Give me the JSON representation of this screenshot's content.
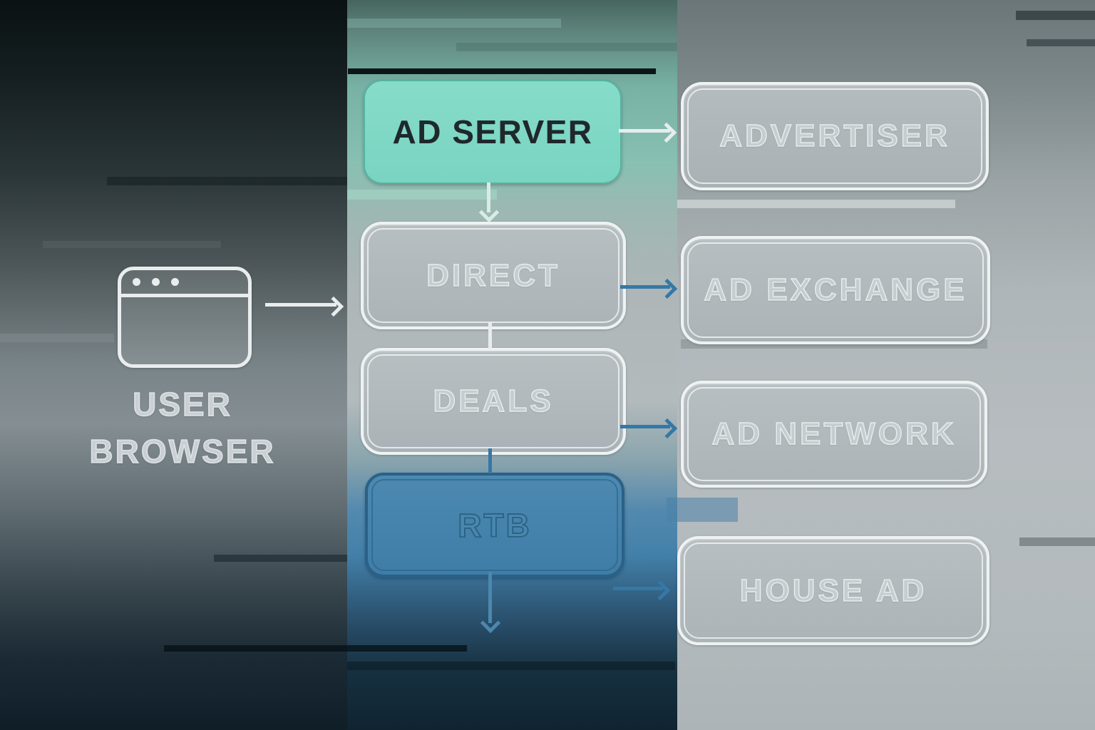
{
  "diagram": {
    "nodes": {
      "user_browser": {
        "label_line1": "USER",
        "label_line2": "BROWSER",
        "icon": "browser-window-icon"
      },
      "ad_server": {
        "label": "AD SERVER"
      },
      "advertiser": {
        "label": "ADVERTISER"
      },
      "direct": {
        "label": "DIRECT"
      },
      "ad_exchange": {
        "label": "AD EXCHANGE"
      },
      "deals": {
        "label": "DEALS"
      },
      "ad_network": {
        "label": "AD NETWORK"
      },
      "rtb": {
        "label": "RTB"
      },
      "house_ad": {
        "label": "HOUSE AD"
      }
    },
    "edges": [
      {
        "from": "user_browser",
        "to": "direct",
        "style": "white"
      },
      {
        "from": "ad_server",
        "to": "advertiser",
        "style": "white"
      },
      {
        "from": "ad_server",
        "to": "direct",
        "style": "white"
      },
      {
        "from": "direct",
        "to": "deals",
        "style": "white"
      },
      {
        "from": "direct",
        "to": "ad_exchange",
        "style": "blue"
      },
      {
        "from": "deals",
        "to": "rtb",
        "style": "blue"
      },
      {
        "from": "deals",
        "to": "ad_network",
        "style": "blue"
      },
      {
        "from": "rtb",
        "to": "house_ad",
        "style": "blue"
      },
      {
        "from": "rtb",
        "to": "below",
        "style": "blue"
      }
    ],
    "colors": {
      "ad_server_fill": "#7fd9c6",
      "ad_server_text": "#20292c",
      "glass_box_fill": "#b5bcbf",
      "glass_box_border": "#eef2f2",
      "glass_text": "#c6cdd0",
      "rtb_fill": "#4583ac",
      "rtb_border": "#2b6187",
      "blue_arrow": "#3578a6",
      "white_arrow": "#e8eced"
    }
  }
}
